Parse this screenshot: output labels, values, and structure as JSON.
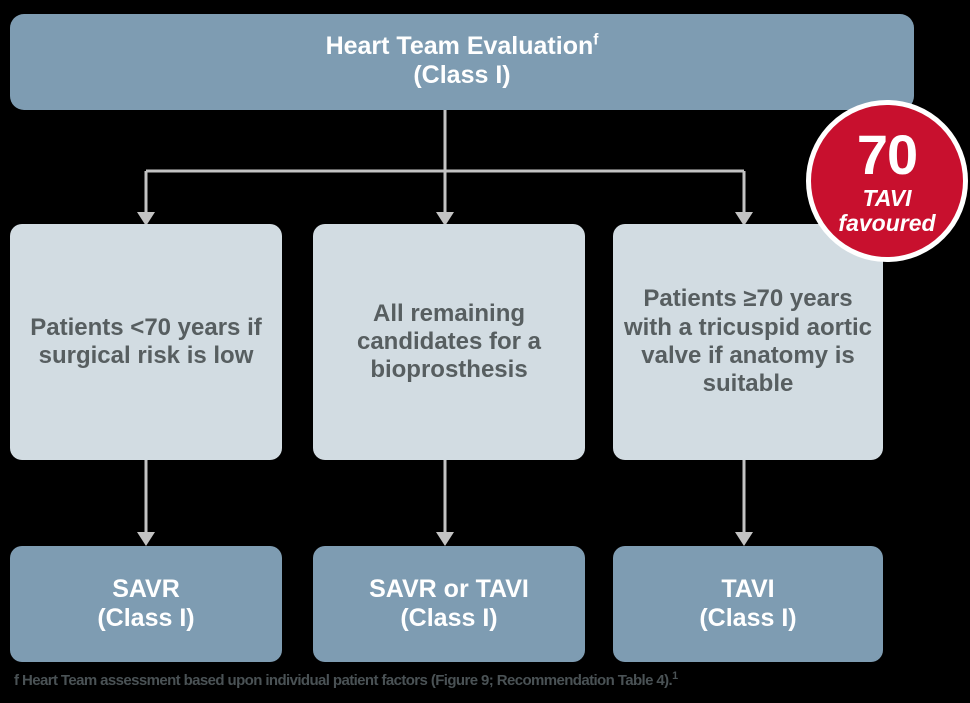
{
  "figure": {
    "type": "clinical-decision-flowchart",
    "colors": {
      "dark_box": "#7e9cb2",
      "light_box": "#d2dce2",
      "badge_red": "#c8102e",
      "dark_text": "#575e60",
      "white_text": "#ffffff",
      "connector": "#c3c3c3",
      "background": "#000000"
    }
  },
  "header": {
    "title": "Heart Team Evaluation",
    "footnote_marker": "f",
    "class_line": "(Class I)"
  },
  "badge": {
    "number": "70",
    "label_line1": "TAVI",
    "label_line2": "favoured"
  },
  "criteria": [
    {
      "id": "criteria-under-70",
      "text": "Patients <70 years if surgical risk is low"
    },
    {
      "id": "criteria-remaining",
      "text": "All remaining candidates for a bioprosthesis"
    },
    {
      "id": "criteria-over-70",
      "text": "Patients ≥70 years with a tricuspid aortic valve if anatomy is suitable"
    }
  ],
  "outcomes": [
    {
      "id": "outcome-savr",
      "label": "SAVR",
      "class_line": "(Class I)"
    },
    {
      "id": "outcome-savr-or-tavi",
      "label": "SAVR or TAVI",
      "class_line": "(Class I)"
    },
    {
      "id": "outcome-tavi",
      "label": "TAVI",
      "class_line": "(Class I)"
    }
  ],
  "footnote": {
    "marker": "f",
    "text": "Heart Team assessment based upon individual patient factors (Figure 9; Recommendation Table 4).",
    "citation": "1"
  }
}
